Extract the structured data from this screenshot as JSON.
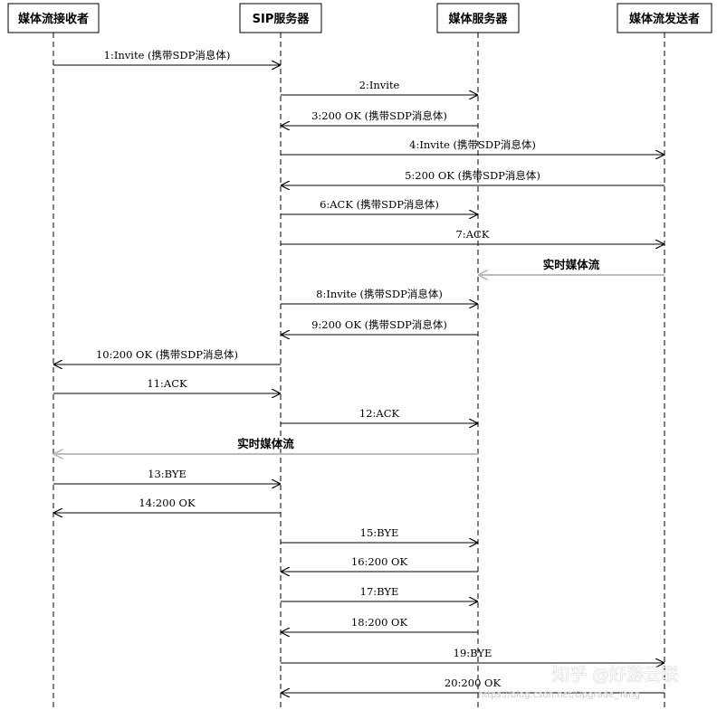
{
  "participants": [
    {
      "id": "receiver",
      "label": "媒体流接收者"
    },
    {
      "id": "sip",
      "label": "SIP服务器"
    },
    {
      "id": "media",
      "label": "媒体服务器"
    },
    {
      "id": "sender",
      "label": "媒体流发送者"
    }
  ],
  "messages": [
    {
      "from": "receiver",
      "to": "sip",
      "label": "1:Invite (携带SDP消息体)"
    },
    {
      "from": "sip",
      "to": "media",
      "label": "2:Invite"
    },
    {
      "from": "media",
      "to": "sip",
      "label": "3:200 OK (携带SDP消息体)"
    },
    {
      "from": "sip",
      "to": "sender",
      "label": "4:Invite (携带SDP消息体)"
    },
    {
      "from": "sender",
      "to": "sip",
      "label": "5:200 OK (携带SDP消息体)"
    },
    {
      "from": "sip",
      "to": "media",
      "label": "6:ACK (携带SDP消息体)"
    },
    {
      "from": "sip",
      "to": "sender",
      "label": "7:ACK"
    },
    {
      "from": "sender",
      "to": "media",
      "label": "实时媒体流",
      "style": "stream"
    },
    {
      "from": "sip",
      "to": "media",
      "label": "8:Invite (携带SDP消息体)"
    },
    {
      "from": "media",
      "to": "sip",
      "label": "9:200 OK (携带SDP消息体)"
    },
    {
      "from": "sip",
      "to": "receiver",
      "label": "10:200 OK (携带SDP消息体)"
    },
    {
      "from": "receiver",
      "to": "sip",
      "label": "11:ACK"
    },
    {
      "from": "sip",
      "to": "media",
      "label": "12:ACK"
    },
    {
      "from": "media",
      "to": "receiver",
      "label": "实时媒体流",
      "style": "stream"
    },
    {
      "from": "receiver",
      "to": "sip",
      "label": "13:BYE"
    },
    {
      "from": "sip",
      "to": "receiver",
      "label": "14:200 OK"
    },
    {
      "from": "sip",
      "to": "media",
      "label": "15:BYE"
    },
    {
      "from": "media",
      "to": "sip",
      "label": "16:200 OK"
    },
    {
      "from": "sip",
      "to": "media",
      "label": "17:BYE"
    },
    {
      "from": "media",
      "to": "sip",
      "label": "18:200 OK"
    },
    {
      "from": "sip",
      "to": "sender",
      "label": "19:BYE"
    },
    {
      "from": "sender",
      "to": "sip",
      "label": "20:200 OK"
    }
  ],
  "watermark": {
    "text": "知乎 @好游云联",
    "url": "https://blog.csdn.net/Opgrade_Yang"
  },
  "colors": {
    "line": "#000000",
    "stream": "#bdbdbd"
  }
}
